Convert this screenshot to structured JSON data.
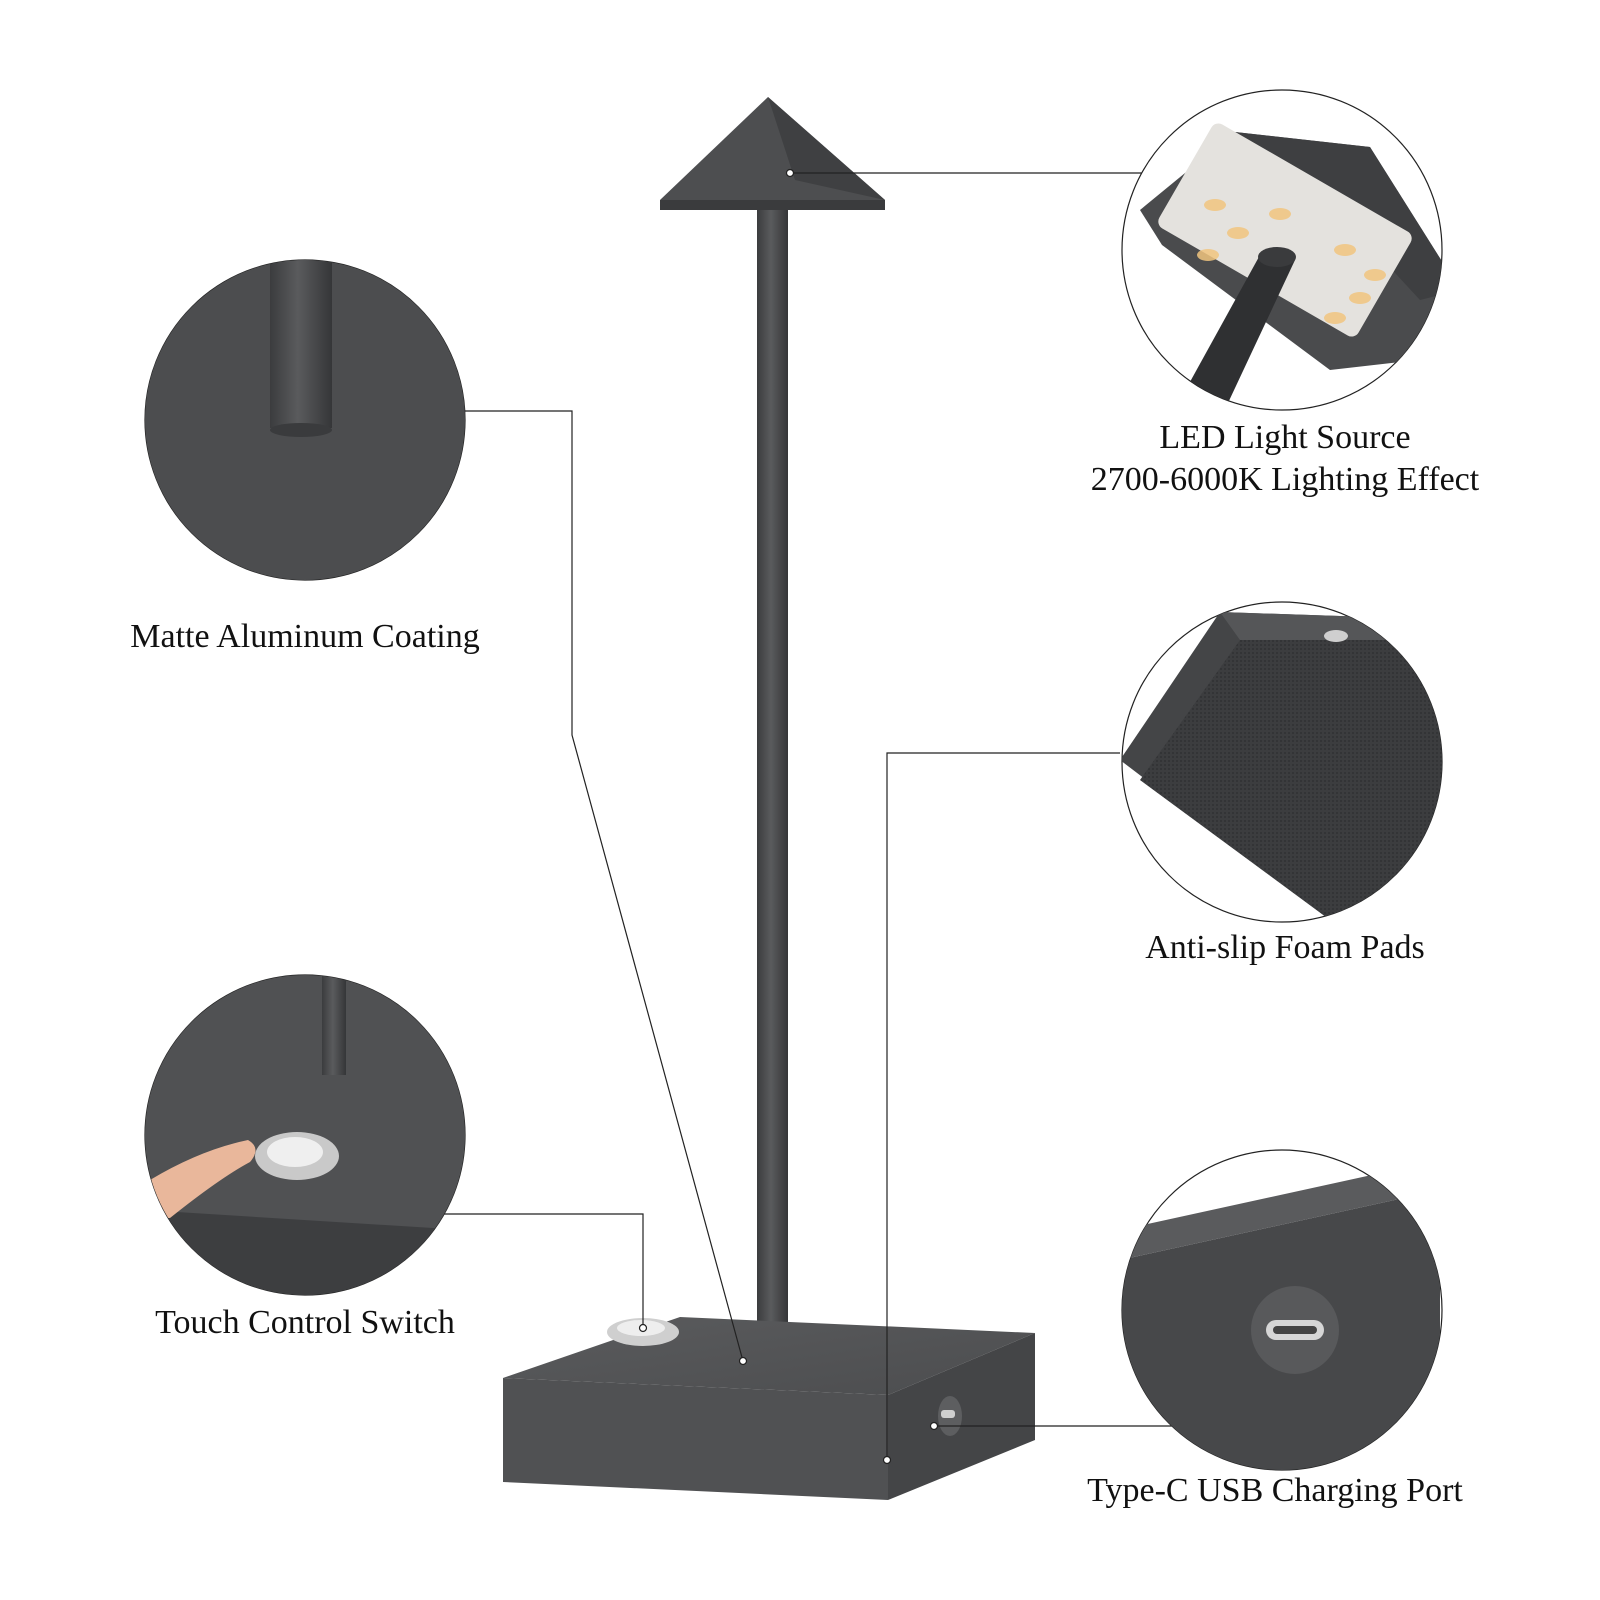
{
  "features": [
    {
      "id": "led",
      "title": "LED Light Source",
      "subtitle": "2700-6000K Lighting Effect"
    },
    {
      "id": "coating",
      "title": "Matte Aluminum Coating"
    },
    {
      "id": "pads",
      "title": "Anti-slip Foam Pads"
    },
    {
      "id": "touch",
      "title": "Touch Control Switch"
    },
    {
      "id": "usb",
      "title": "Type-C USB Charging Port"
    }
  ],
  "colors": {
    "lamp_body": "#4a4b4d",
    "lamp_dark": "#3a3b3d",
    "lamp_light": "#5b5c5e",
    "led_panel": "#e8e6e2",
    "led_warm": "#f2c98a",
    "led_orange": "#eeb27a",
    "button_metal": "#d8d8d8",
    "callout_line": "#222222",
    "background": "#ffffff"
  }
}
